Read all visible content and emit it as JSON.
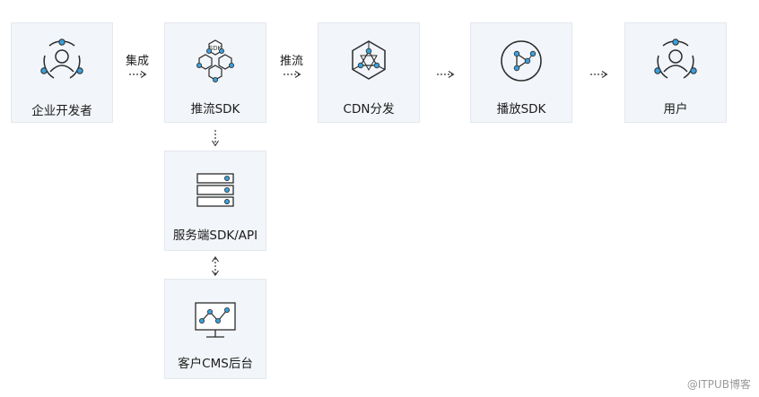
{
  "nodes": {
    "developer": {
      "label": "企业开发者",
      "icon": "user-circle-icon"
    },
    "push_sdk": {
      "label": "推流SDK",
      "icon": "sdk-hexagon-icon",
      "badge": "SDK"
    },
    "cdn": {
      "label": "CDN分发",
      "icon": "network-hexagon-icon"
    },
    "player_sdk": {
      "label": "播放SDK",
      "icon": "play-circle-icon"
    },
    "user": {
      "label": "用户",
      "icon": "user-circle-icon"
    },
    "server_sdk": {
      "label": "服务端SDK/API",
      "icon": "server-stack-icon"
    },
    "cms": {
      "label": "客户CMS后台",
      "icon": "monitor-chart-icon"
    }
  },
  "edges": {
    "integrate": "集成",
    "push": "推流"
  },
  "watermark": "@ITPUB博客",
  "colors": {
    "accent": "#3aa0dc",
    "stroke": "#2b2b2b",
    "box_bg": "#f2f5f9"
  }
}
